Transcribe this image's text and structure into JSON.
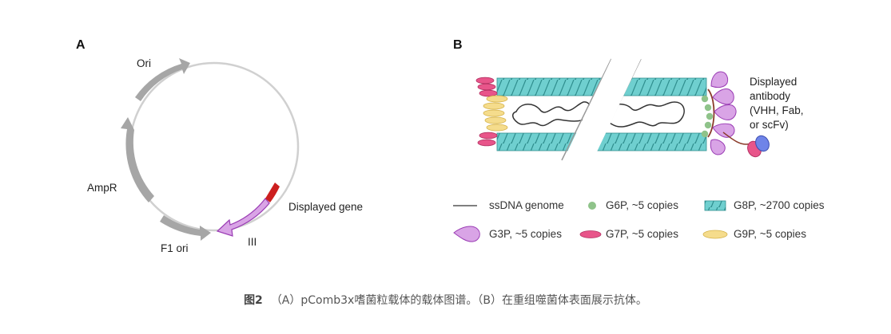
{
  "panel_a": {
    "letter": "A",
    "labels": {
      "ori": "Ori",
      "ampr": "AmpR",
      "f1_ori": "F1 ori",
      "displayed_gene": "Displayed gene",
      "gene_iii": "III"
    }
  },
  "panel_b": {
    "letter": "B",
    "displayed_antibody": [
      "Displayed",
      "antibody",
      "(VHH, Fab,",
      "or scFv)"
    ]
  },
  "legend": {
    "ssdna": "ssDNA genome",
    "g6p": "G6P, ~5 copies",
    "g8p": "G8P, ~2700 copies",
    "g3p": "G3P, ~5 copies",
    "g7p": "G7P, ~5 copies",
    "g9p": "G9P, ~5 copies"
  },
  "colors": {
    "backbone": "#d0d0d0",
    "feature_gray": "#a6a6a6",
    "gene_iii": "#d9a4e6",
    "displayed_gene": "#cc1f1f",
    "g8p": "#66cccc",
    "g3p": "#d9a4e6",
    "g6p": "#8fc38a",
    "g7p": "#e8558a",
    "g9p": "#f5dc8c"
  },
  "caption": {
    "figure_number": "图2",
    "text": "（A）pComb3x嗜菌粒载体的载体图谱。（B）在重组噬菌体表面展示抗体。"
  }
}
